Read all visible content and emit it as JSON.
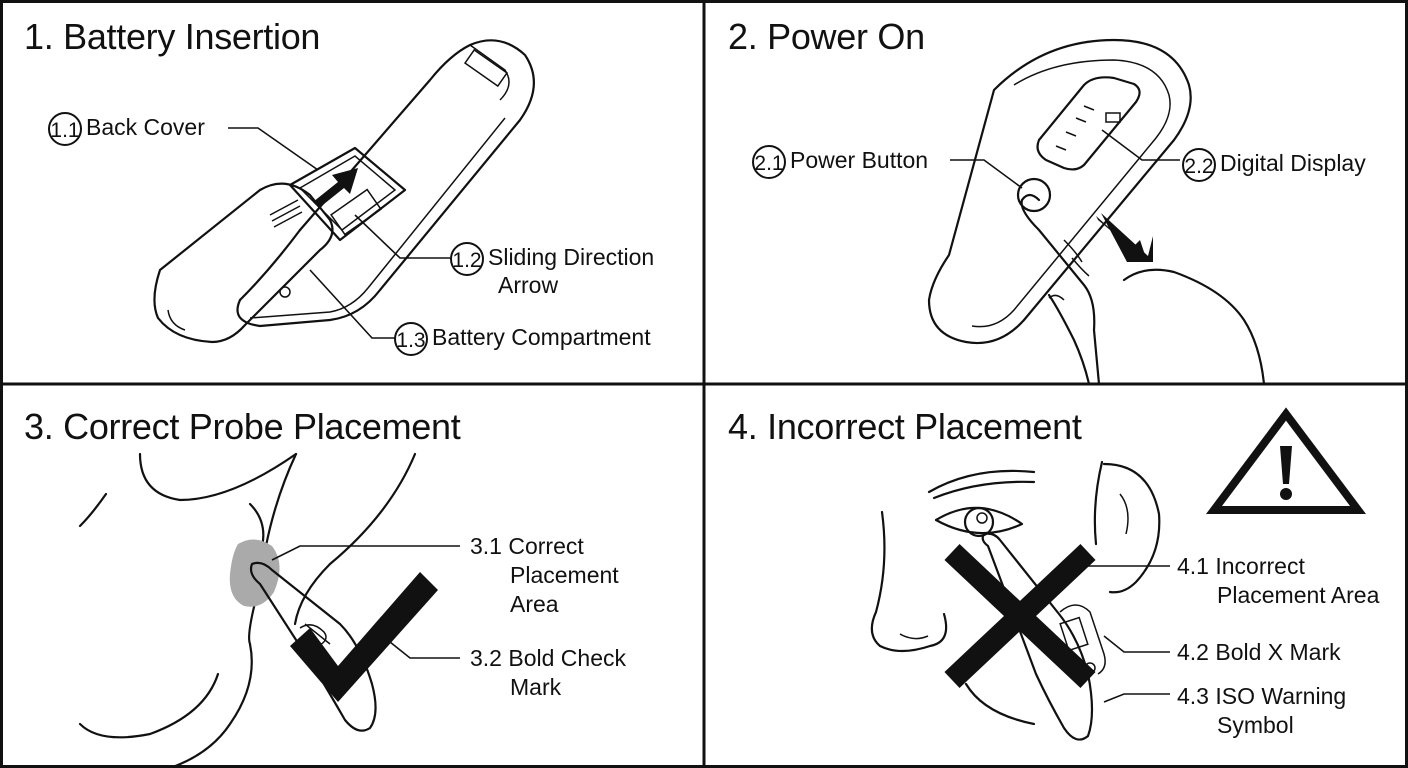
{
  "panels": {
    "p1": {
      "title": "1. Battery Insertion",
      "labels": {
        "back_cover": {
          "num": "1.1",
          "text": "Back Cover"
        },
        "sliding_arrow": {
          "num": "1.2",
          "line1": "Sliding Direction",
          "line2": "Arrow"
        },
        "battery_compartment": {
          "num": "1.3",
          "text": "Battery Compartment"
        }
      }
    },
    "p2": {
      "title": "2. Power On",
      "labels": {
        "power_button": {
          "num": "2.1",
          "text": "Power Button"
        },
        "digital_display": {
          "num": "2.2",
          "text": "Digital Display"
        }
      }
    },
    "p3": {
      "title": "3. Correct Probe Placement",
      "labels": {
        "correct_area": {
          "line1": "3.1 Correct",
          "line2": "Placement",
          "line3": "Area"
        },
        "check_mark": {
          "line1": "3.2 Bold Check",
          "line2": "Mark"
        }
      }
    },
    "p4": {
      "title": "4. Incorrect Placement",
      "labels": {
        "incorrect_area": {
          "line1": "4.1 Incorrect",
          "line2": "Placement Area"
        },
        "x_mark": {
          "line1": "4.2 Bold X Mark"
        },
        "warning_symbol": {
          "line1": "4.3 ISO Warning",
          "line2": "Symbol"
        }
      }
    }
  },
  "colors": {
    "ink": "#111111",
    "placement_area": "#aaaaaa",
    "background": "#ffffff"
  },
  "icons": [
    "arrow-icon",
    "check-mark-icon",
    "x-mark-icon",
    "warning-triangle-icon"
  ]
}
